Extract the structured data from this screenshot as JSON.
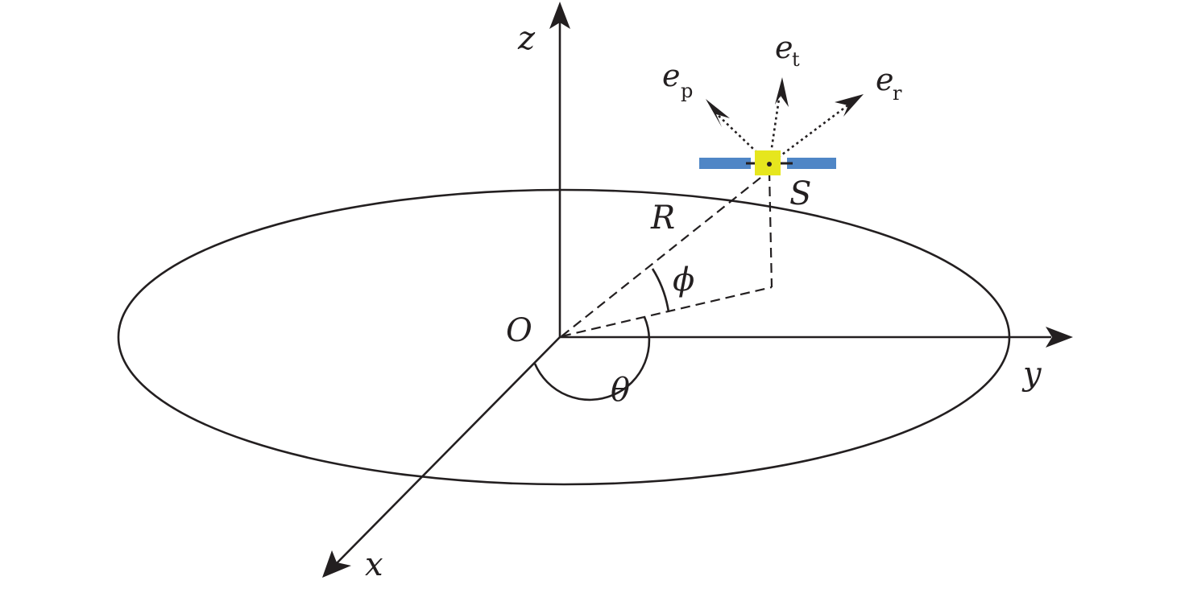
{
  "labels": {
    "z_axis": "z",
    "y_axis": "y",
    "x_axis": "x",
    "origin": "O",
    "radius": "R",
    "phi": "ϕ",
    "theta": "θ",
    "satellite": "S",
    "e_p_base": "e",
    "e_p_sub": "p",
    "e_t_base": "e",
    "e_t_sub": "t",
    "e_r_base": "e",
    "e_r_sub": "r"
  },
  "colors": {
    "line": "#231f20",
    "satellite_body": "#e6e61e",
    "solar_panel": "#4f86c6"
  },
  "icons": {
    "satellite": "satellite-icon"
  }
}
